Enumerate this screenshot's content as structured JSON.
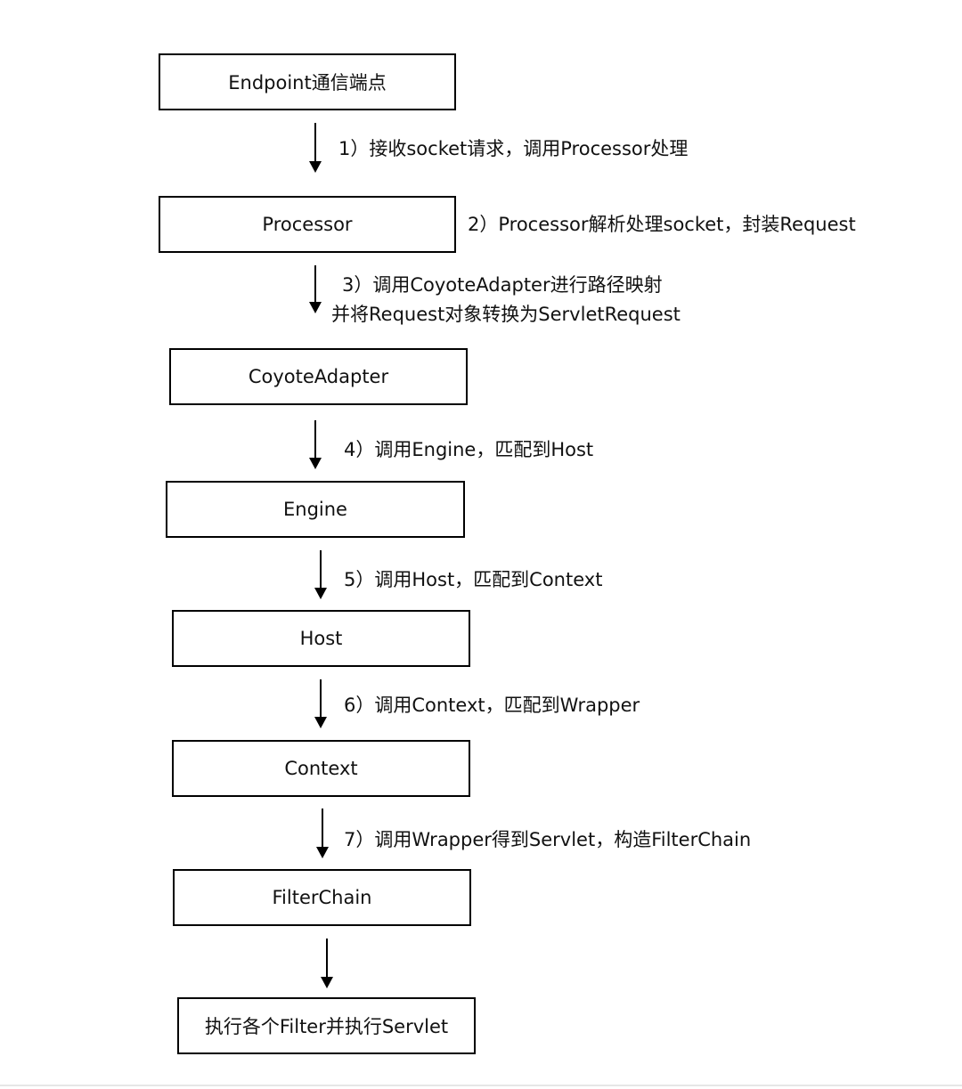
{
  "nodes": {
    "endpoint": "Endpoint通信端点",
    "processor": "Processor",
    "coyote_adapter": "CoyoteAdapter",
    "engine": "Engine",
    "host": "Host",
    "context": "Context",
    "filter_chain": "FilterChain",
    "final": "执行各个Filter并执行Servlet"
  },
  "steps": {
    "s1": "1）接收socket请求，调用Processor处理",
    "s2": "2）Processor解析处理socket，封装Request",
    "s3_line1": "3）调用CoyoteAdapter进行路径映射",
    "s3_line2": "并将Request对象转换为ServletRequest",
    "s4": "4）调用Engine，匹配到Host",
    "s5": "5）调用Host，匹配到Context",
    "s6": "6）调用Context，匹配到Wrapper",
    "s7": "7）调用Wrapper得到Servlet，构造FilterChain"
  }
}
